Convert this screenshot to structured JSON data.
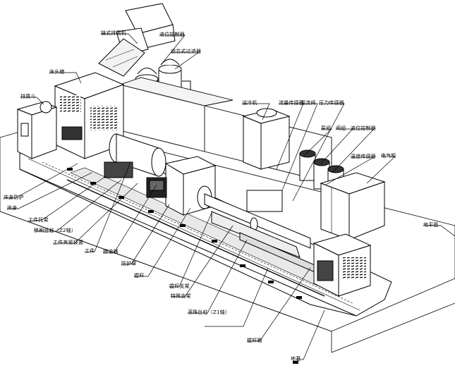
{
  "figure": {
    "labels": {
      "chip_conveyor": "链式排屑机",
      "level_controller_top": "液位控制器",
      "filter": "滤芯式过滤器",
      "headstock": "床头箱",
      "chip_hopper": "排屑斗",
      "oil_cooler": "油冷机",
      "flow_sensor": "流量传感器",
      "relief_valve": "溢流阀",
      "pressure_sensor": "压力传感器",
      "pump_group": "泵组",
      "valve_group": "阀组",
      "level_controller_right": "液位控制器",
      "temp_sensor": "温度传感器",
      "electric_cabinet": "电气柜",
      "bed_guard": "床身防护",
      "bed": "床身",
      "work_frame": "工件托架",
      "x2_ball_screw": "移刷丝杠（Z2轴）",
      "work_clamp": "工件夹紧装置",
      "workpiece": "工件",
      "oil_feeder": "授油器",
      "guard_cover": "防护罩",
      "boring_bar": "镗杆",
      "bar_support_main": "镗杆支架",
      "bar_support_sub": "特殊支架",
      "z1_ball_screw": "滚珠丝杠（Z1轴）",
      "boring_bar_box": "镗杆箱",
      "ground_level": "地平面",
      "foundation": "地基"
    }
  }
}
